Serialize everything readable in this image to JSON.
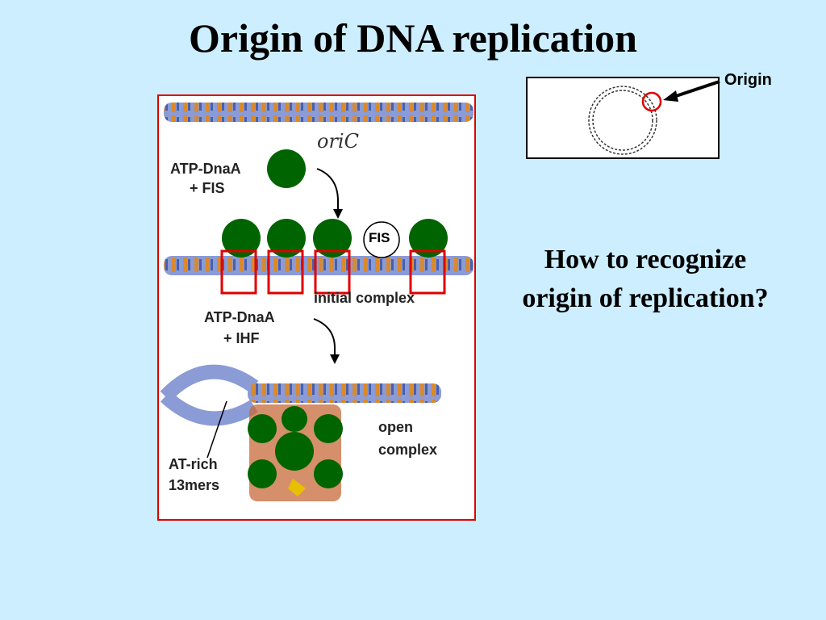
{
  "title": "Origin of DNA replication",
  "question": {
    "line1": "How to recognize",
    "line2": "origin of replication?"
  },
  "inset": {
    "origin_label": "Origin"
  },
  "diagram": {
    "oric_label": "oriC",
    "step1_line1": "ATP-DnaA",
    "step1_line2": "+ FIS",
    "fis_label": "FIS",
    "initial_complex_label": "initial complex",
    "step2_line1": "ATP-DnaA",
    "step2_line2": "+ IHF",
    "open_complex_line1": "open",
    "open_complex_line2": "complex",
    "at_rich_line1": "AT-rich",
    "at_rich_line2": "13mers"
  },
  "colors": {
    "background": "#cceeff",
    "dnaa_green": "#006400",
    "highlight_red": "#e00000",
    "dna_blue": "#6a7fc0",
    "dna_orange": "#d9892e"
  }
}
